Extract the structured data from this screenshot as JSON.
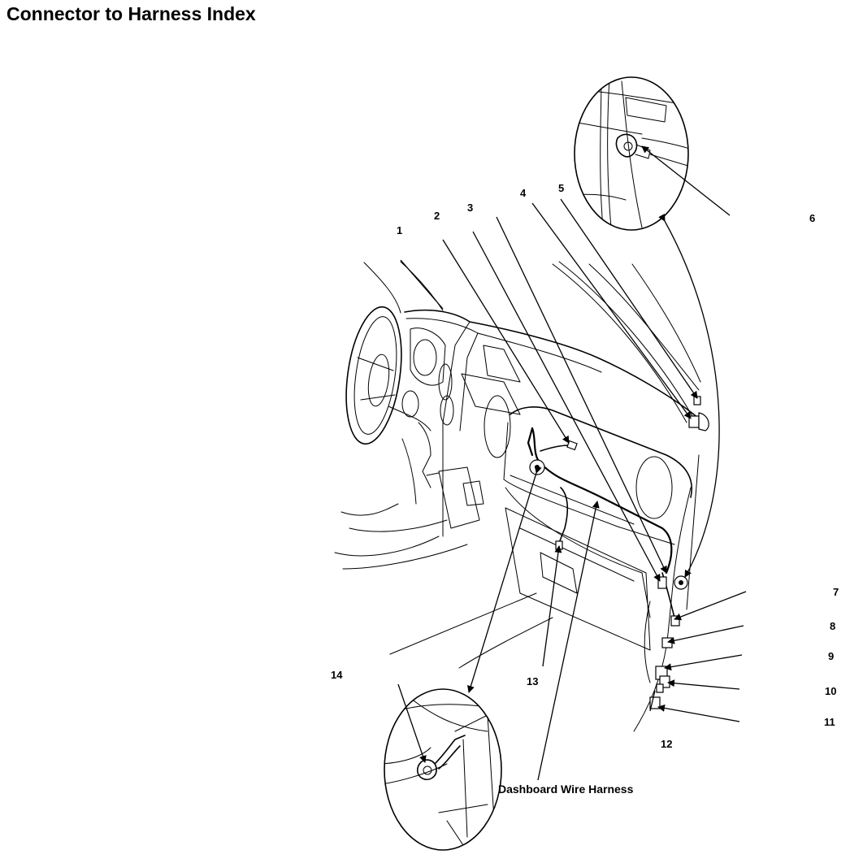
{
  "title": "Connector to Harness Index",
  "harness_label": "Dashboard Wire Harness",
  "callouts": [
    "1",
    "2",
    "3",
    "4",
    "5",
    "6",
    "7",
    "8",
    "9",
    "10",
    "11",
    "12",
    "13",
    "14"
  ]
}
